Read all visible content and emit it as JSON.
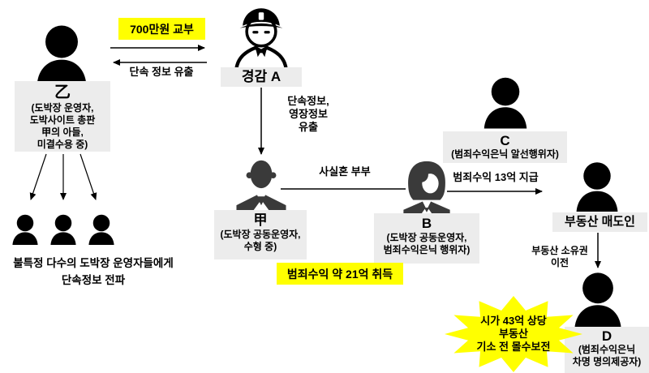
{
  "colors": {
    "background": "#ffffff",
    "label_box_bg": "#ececec",
    "highlight_yellow": "#ffff00",
    "icon_black": "#000000",
    "icon_gray": "#3a3a3a",
    "text": "#000000"
  },
  "nodes": {
    "eul": {
      "name": "乙",
      "desc": [
        "(도박장 운영자,",
        "도박사이트 총판",
        "甲의 아들,",
        "미결수용 중)"
      ]
    },
    "officer": {
      "name": "경감 A"
    },
    "gap": {
      "name": "甲",
      "desc": [
        "(도박장 공동운영자,",
        "수형 중)"
      ]
    },
    "b": {
      "name": "B",
      "desc": [
        "(도박장 공동운영자,",
        "범죄수익은닉 행위자)"
      ]
    },
    "c": {
      "name": "C",
      "desc": [
        "(범죄수익은닉 알선행위자)"
      ]
    },
    "seller": {
      "name": "부동산 매도인"
    },
    "d": {
      "name": "D",
      "desc": [
        "(범죄수익은닉",
        "차명 명의제공자)"
      ]
    }
  },
  "edges": {
    "bribe": "700만원 교부",
    "tipoff": "단속 정보 유출",
    "tipoff2": [
      "단속정보,",
      "영장정보",
      "유출"
    ],
    "marriage": "사실혼 부부",
    "pay13": "범죄수익 13억 지급",
    "transfer": [
      "부동산 소유권",
      "이전"
    ],
    "spread": [
      "불특정 다수의 도박장 운영자들에게",
      "단속정보 전파"
    ]
  },
  "callouts": {
    "proceeds": "범죄수익 약 21억 취득",
    "seizure": [
      "시가 43억 상당",
      "부동산",
      "기소 전 몰수보전"
    ]
  }
}
